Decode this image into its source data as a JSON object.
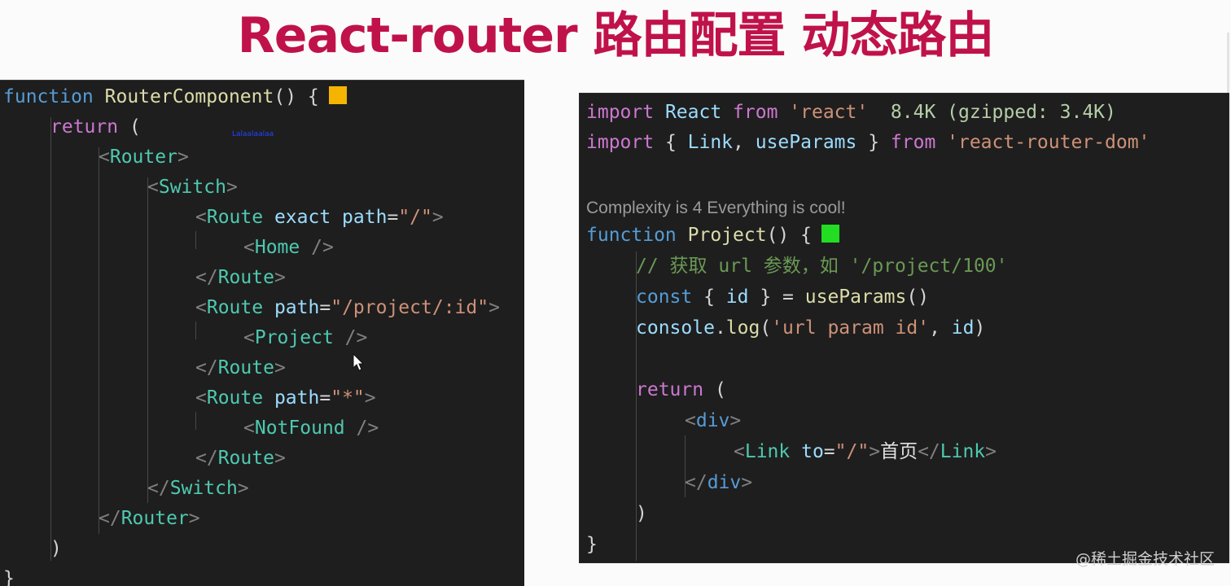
{
  "slide": {
    "title": "React-router 路由配置 动态路由",
    "watermark": "@稀土掘金技术社区"
  },
  "left": {
    "l1": {
      "kw": "function",
      "fn": "RouterComponent",
      "p": "() {"
    },
    "l2": {
      "kw": "return",
      "p": " ("
    },
    "l3": {
      "open": "<",
      "tag": "Router",
      "close": ">"
    },
    "l4": {
      "open": "<",
      "tag": "Switch",
      "close": ">"
    },
    "l5": {
      "open": "<",
      "tag": "Route",
      "attr1": " exact",
      "attr2": " path",
      "eq": "=",
      "val": "\"/\"",
      "close": ">"
    },
    "l6": {
      "open": "<",
      "tag": "Home",
      "close": " />"
    },
    "l7": {
      "open": "</",
      "tag": "Route",
      "close": ">"
    },
    "l8": {
      "open": "<",
      "tag": "Route",
      "attr": " path",
      "eq": "=",
      "val": "\"/project/:id\"",
      "close": ">"
    },
    "l9": {
      "open": "<",
      "tag": "Project",
      "close": " />"
    },
    "l10": {
      "open": "</",
      "tag": "Route",
      "close": ">"
    },
    "l11": {
      "open": "<",
      "tag": "Route",
      "attr": " path",
      "eq": "=",
      "val": "\"*\"",
      "close": ">"
    },
    "l12": {
      "open": "<",
      "tag": "NotFound",
      "close": " />"
    },
    "l13": {
      "open": "</",
      "tag": "Route",
      "close": ">"
    },
    "l14": {
      "open": "</",
      "tag": "Switch",
      "close": ">"
    },
    "l15": {
      "open": "</",
      "tag": "Router",
      "close": ">"
    },
    "l16": {
      "p": ")"
    },
    "l17": {
      "p": "}"
    },
    "tooltip": "Lalaalaalaa"
  },
  "right": {
    "r1": {
      "kw": "import",
      "name": " React",
      "from": " from",
      "str": " 'react'",
      "size": "  8.4K (gzipped: 3.4K)"
    },
    "r2": {
      "kw": "import",
      "p1": " { ",
      "n1": "Link",
      "p2": ", ",
      "n2": "useParams",
      "p3": " } ",
      "from": "from",
      "str": " 'react-router-dom'"
    },
    "r3": {
      "info": "Complexity is 4 Everything is cool!"
    },
    "r4": {
      "kw": "function",
      "fn": " Project",
      "p": "() {"
    },
    "r5": {
      "cm": "// 获取 url 参数，如 '/project/100'"
    },
    "r6": {
      "kw": "const",
      "p1": " { ",
      "var": "id",
      "p2": " } = ",
      "fn": "useParams",
      "p3": "()"
    },
    "r7": {
      "obj": "console",
      "p1": ".",
      "fn": "log",
      "p2": "(",
      "str": "'url param id'",
      "p3": ", ",
      "var": "id",
      "p4": ")"
    },
    "r8": {
      "kw": "return",
      "p": " ("
    },
    "r9": {
      "open": "<",
      "tag": "div",
      "close": ">"
    },
    "r10": {
      "open": "<",
      "tag": "Link",
      "attr": " to",
      "eq": "=",
      "val": "\"/\"",
      "gt": ">",
      "txt": "首页",
      "eopen": "</",
      "etag": "Link",
      "eclose": ">"
    },
    "r11": {
      "open": "</",
      "tag": "div",
      "close": ">"
    },
    "r12": {
      "p": ")"
    },
    "r13": {
      "p": "}"
    }
  },
  "colors": {
    "title": "#c0124a",
    "editor_bg": "#1e1e1e",
    "left_marker": "#f4b400",
    "right_marker": "#22dd22"
  },
  "icons": [
    "mouse-pointer-icon"
  ]
}
